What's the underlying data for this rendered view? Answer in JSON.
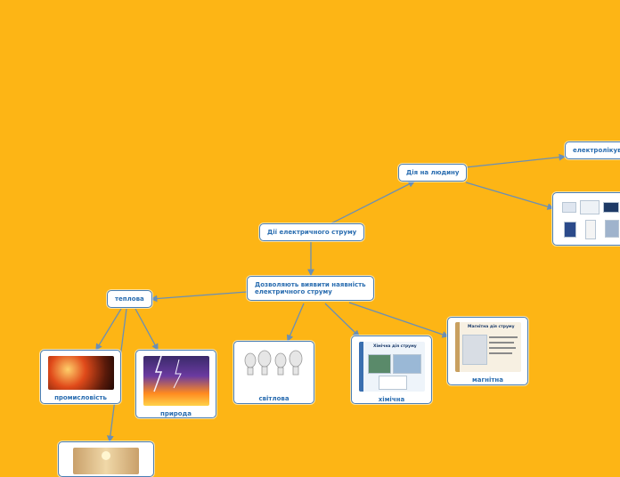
{
  "nodes": {
    "root": "Дії електричного струму",
    "human": "Дія на людину",
    "electrolysis": "електролікув",
    "detect": "Дозволяють виявити наявність електричного струму",
    "thermal": "теплова",
    "industry": "промисловість",
    "nature": "природа",
    "light": "світлова",
    "chemical": "хімічна",
    "magnetic": "магнітна"
  },
  "slides": {
    "chemical_title": "Хімічна дія струму",
    "magnetic_title": "Магнітна дія струму"
  },
  "colors": {
    "background": "#FDB515",
    "link": "#6a8fb5",
    "node_text": "#2a6db0"
  }
}
